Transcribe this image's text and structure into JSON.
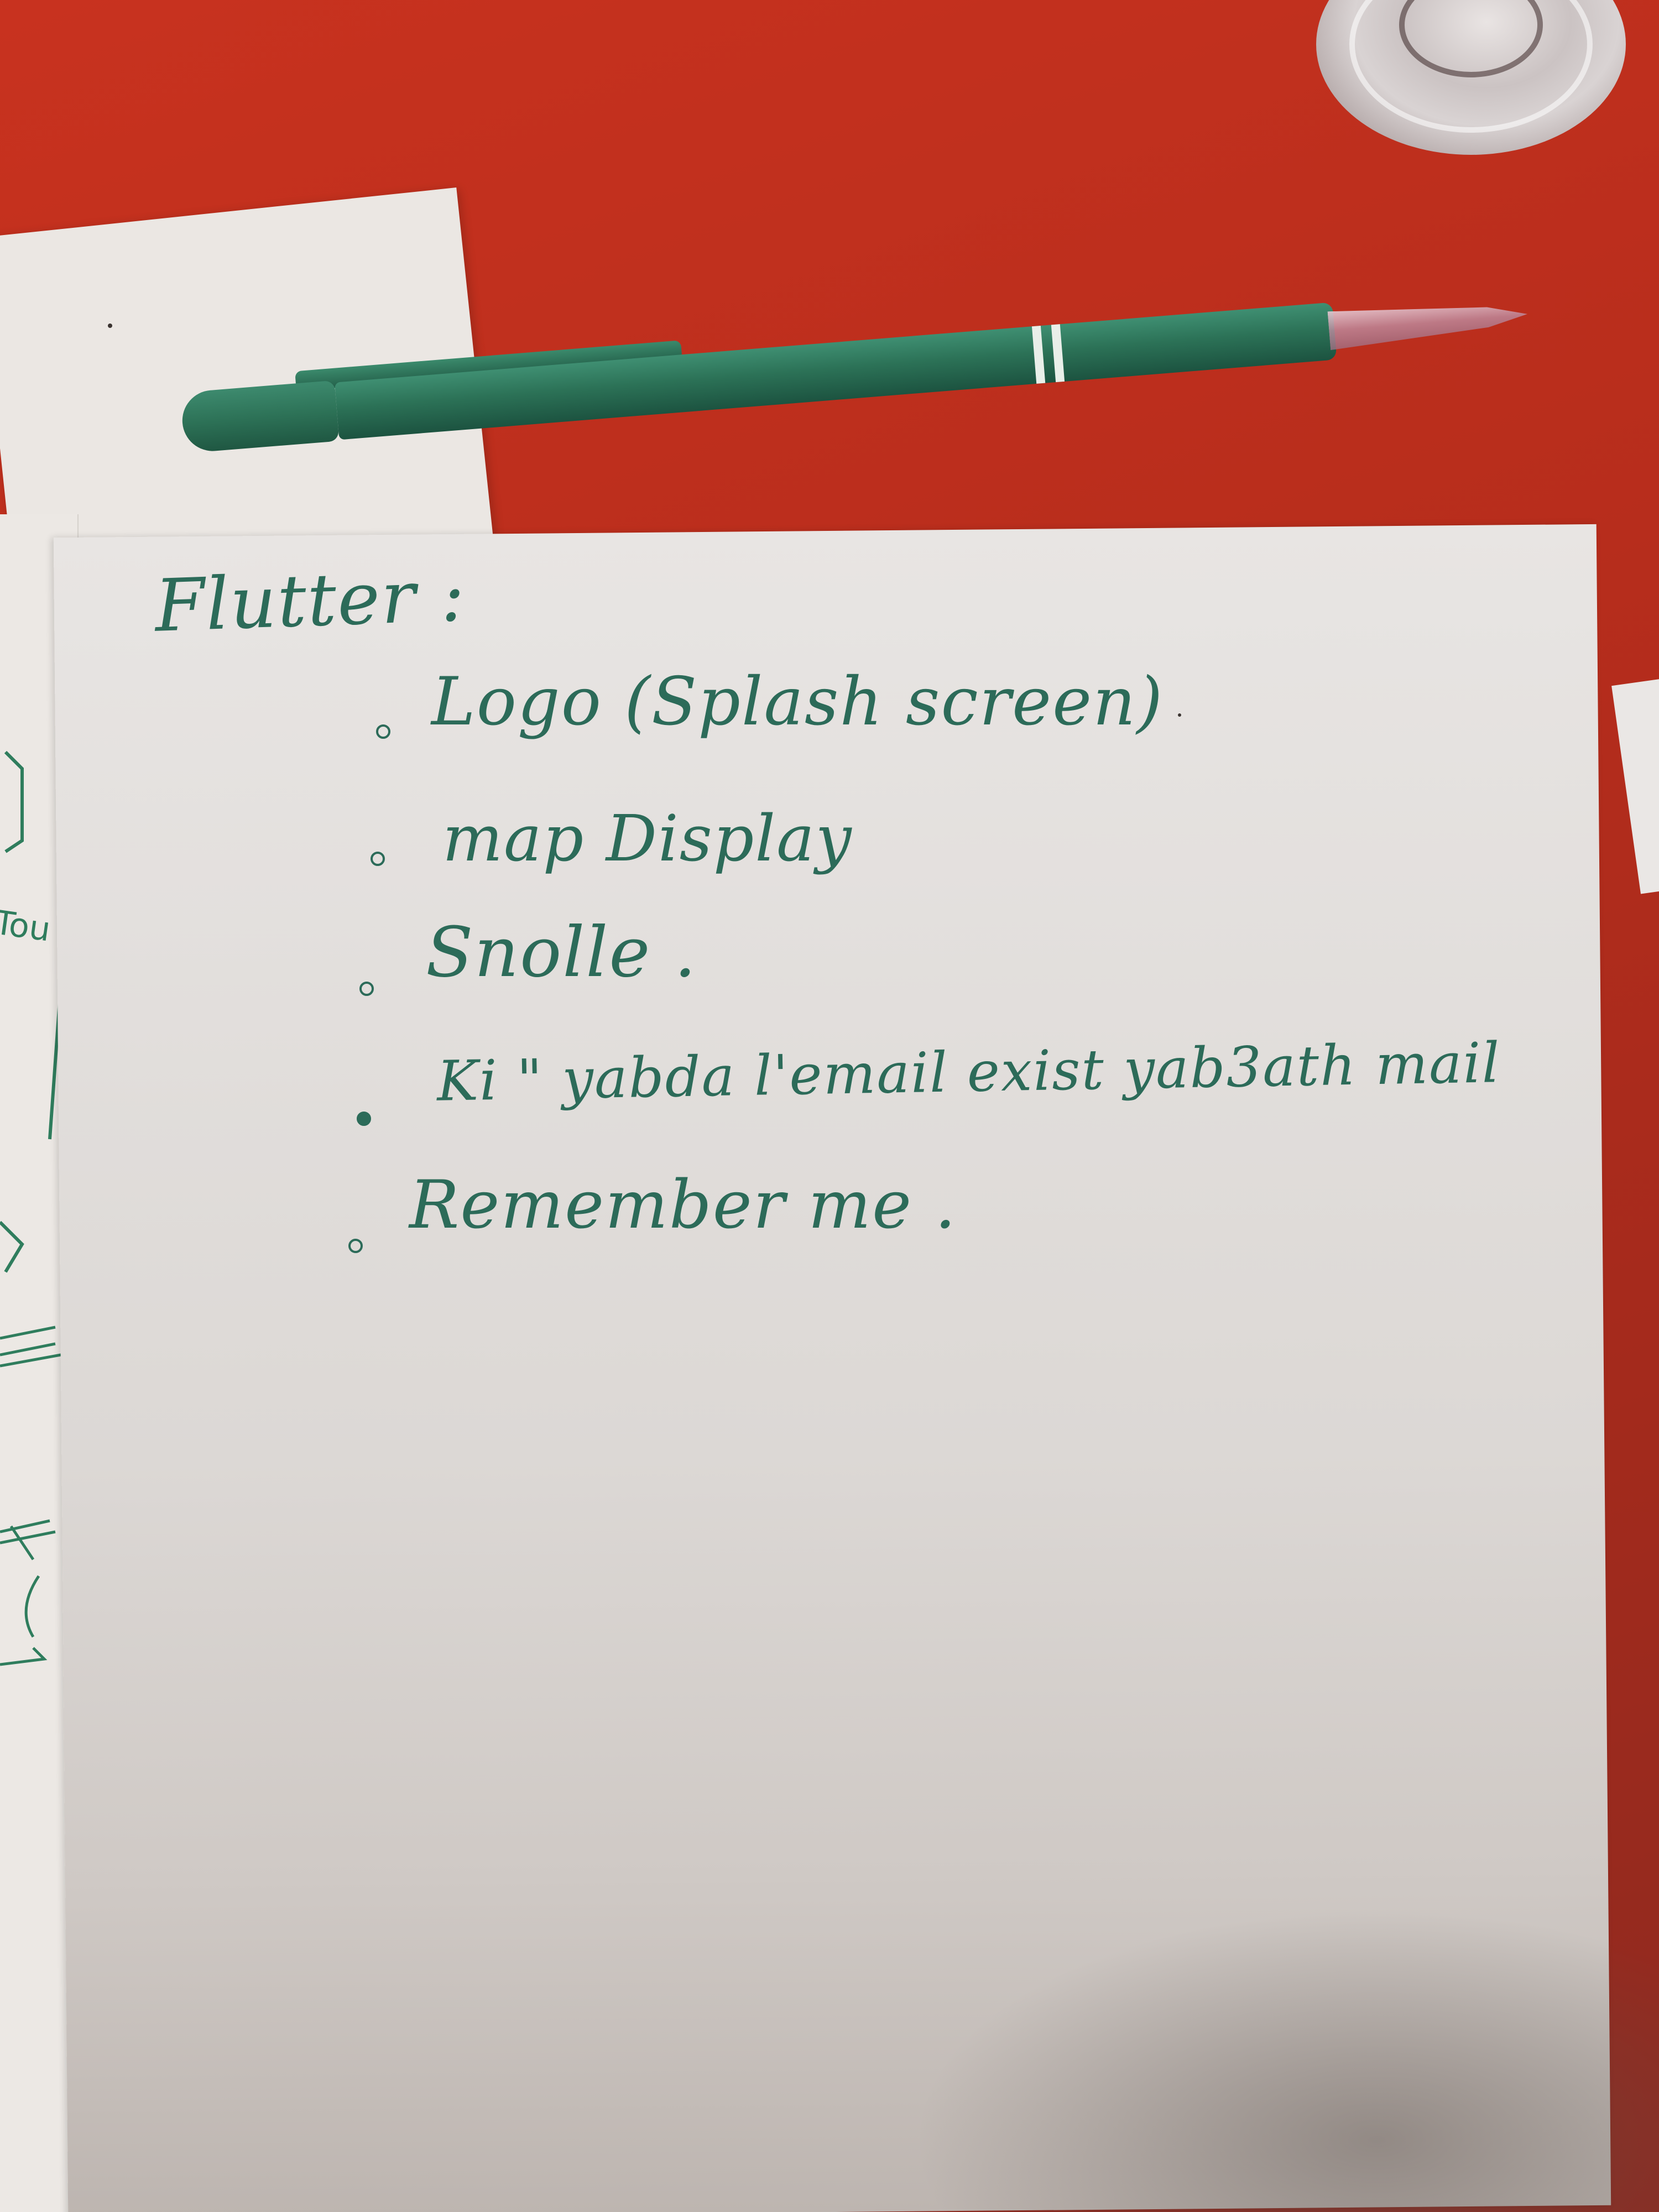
{
  "note": {
    "heading": "Flutter :",
    "items": [
      "Logo (Splash screen)",
      "map Display",
      "Snolle .",
      "Ki \" yabda l'email exist yab3ath mail",
      "Remember me ."
    ]
  },
  "margin_scribble": "Tou",
  "colors": {
    "ink": "#2c6b59",
    "table": "#b72d1c",
    "paper": "#e6e3e1",
    "pen": "#2c7257"
  }
}
